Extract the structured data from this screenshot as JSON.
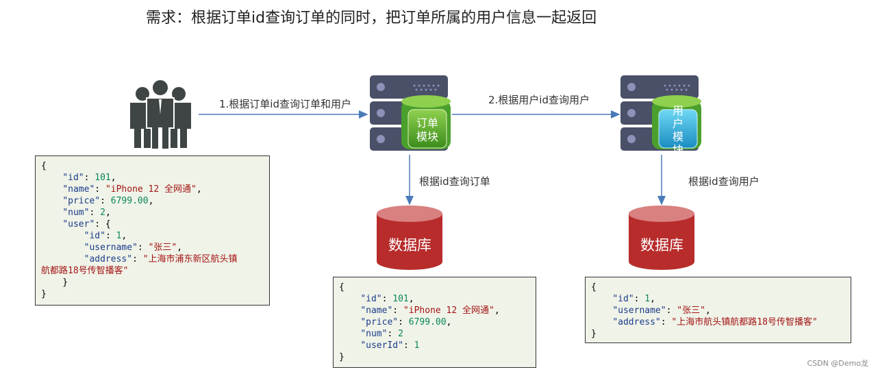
{
  "title": "需求：根据订单id查询订单的同时，把订单所属的用户信息一起返回",
  "arrows": {
    "step1": "1.根据订单id查询订单和用户",
    "step2": "2.根据用户id查询用户",
    "order_query": "根据id查询订单",
    "user_query": "根据id查询用户"
  },
  "modules": {
    "order": {
      "line1": "订单",
      "line2": "模块"
    },
    "user": {
      "line1": "用",
      "line2": "户",
      "line3": "模",
      "line4": "块"
    }
  },
  "databases": {
    "order_db": "数据库",
    "user_db": "数据库"
  },
  "json_left": [
    "{",
    "    \"id\": 101,",
    "    \"name\": \"iPhone 12 全网通\",",
    "    \"price\": 6799.00,",
    "    \"num\": 2,",
    "    \"user\": {",
    "        \"id\": 1,",
    "        \"username\": \"张三\",",
    "        \"address\": \"上海市浦东新区航头镇",
    "航都路18号传智播客\"",
    "    }",
    "}"
  ],
  "json_order": [
    "{",
    "    \"id\": 101,",
    "    \"name\": \"iPhone 12 全网通\",",
    "    \"price\": 6799.00,",
    "    \"num\": 2",
    "    \"userId\": 1",
    "}"
  ],
  "json_user": [
    "{",
    "    \"id\": 1,",
    "    \"username\": \"张三\",",
    "    \"address\": \"上海市航头镇航都路18号传智播客\"",
    "}"
  ],
  "watermark": "CSDN @Demo龙",
  "colors": {
    "arrow": "#4a7ab8",
    "server": "#4a5068",
    "order_module": "#5aa82c",
    "user_module": "#2ab0d8",
    "database": "#b82c2c",
    "people": "#3f4545",
    "json_bg": "#f0f3e8",
    "json_key": "#1a3c8c",
    "json_string": "#a31515",
    "json_number": "#098658"
  },
  "icons": [
    "people-icon",
    "server-icon",
    "database-icon"
  ]
}
